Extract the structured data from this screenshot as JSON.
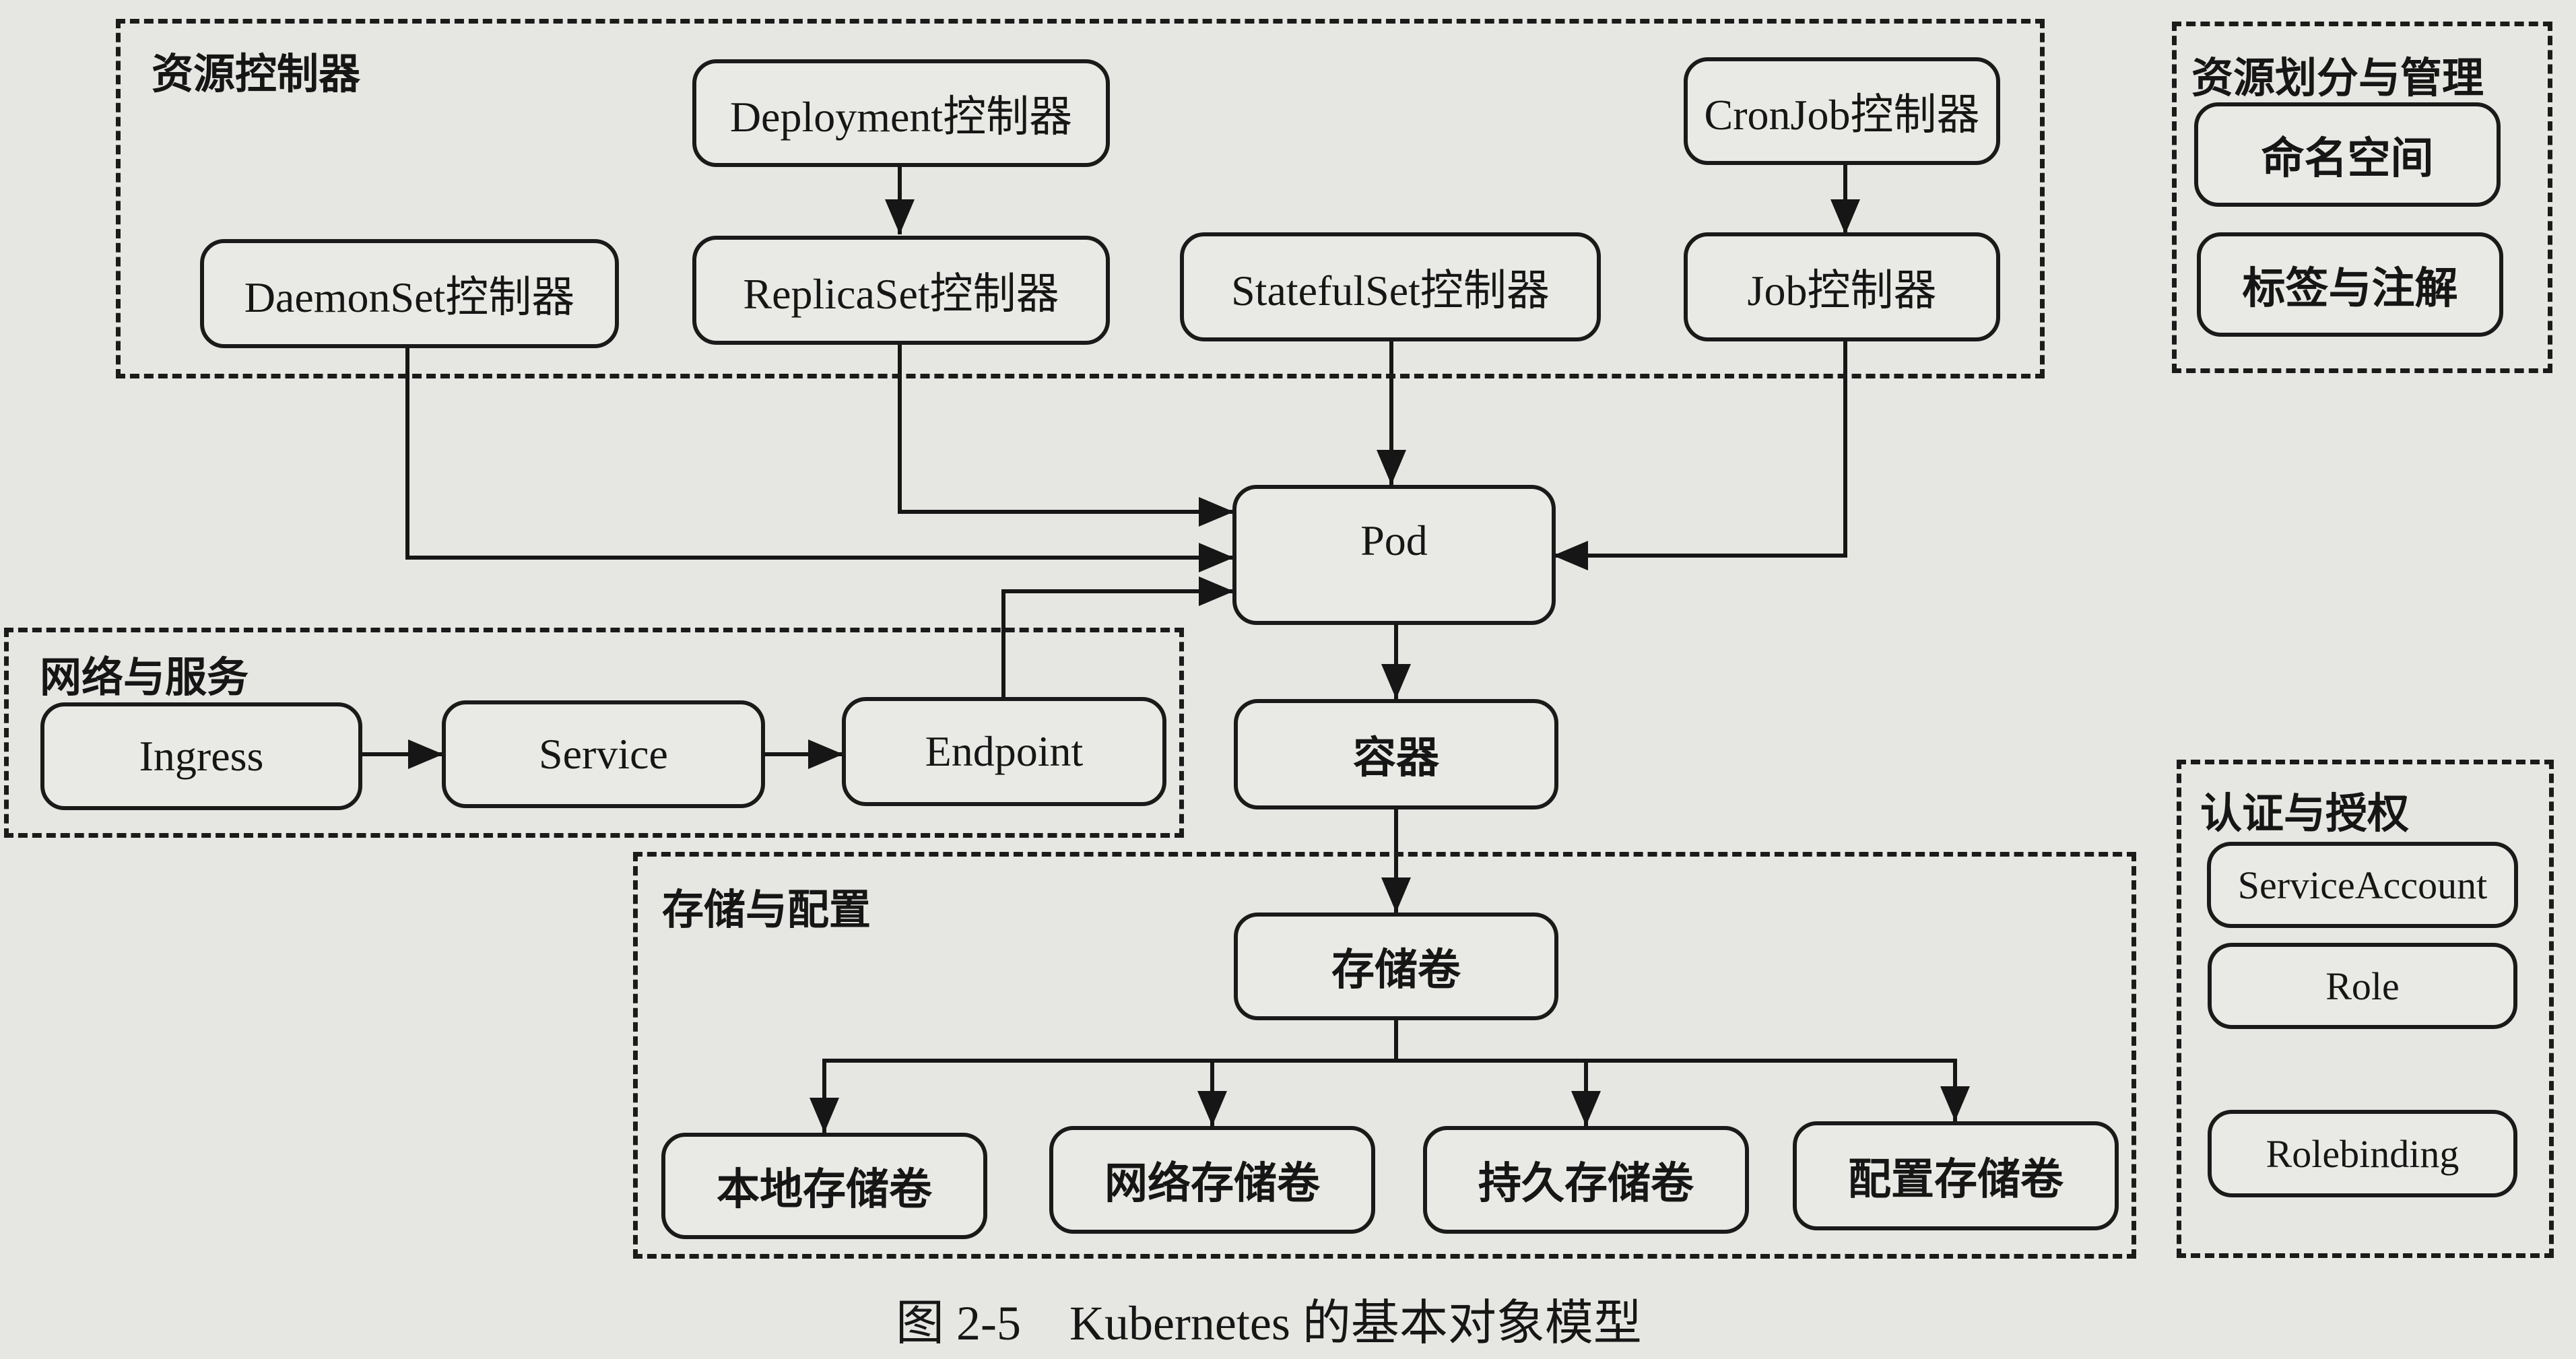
{
  "caption": "图 2-5　Kubernetes 的基本对象模型",
  "groups": {
    "controllers": "资源控制器",
    "network": "网络与服务",
    "storage": "存储与配置",
    "partition": "资源划分与管理",
    "auth": "认证与授权"
  },
  "nodes": {
    "deployment": "Deployment控制器",
    "cronjob": "CronJob控制器",
    "daemonset": "DaemonSet控制器",
    "replicaset": "ReplicaSet控制器",
    "statefulset": "StatefulSet控制器",
    "job": "Job控制器",
    "pod": "Pod",
    "container": "容器",
    "ingress": "Ingress",
    "service": "Service",
    "endpoint": "Endpoint",
    "volume": "存储卷",
    "local_volume": "本地存储卷",
    "network_volume": "网络存储卷",
    "persistent_volume": "持久存储卷",
    "config_volume": "配置存储卷",
    "namespace": "命名空间",
    "labels": "标签与注解",
    "service_account": "ServiceAccount",
    "role": "Role",
    "rolebinding": "Rolebinding"
  },
  "edges": [
    {
      "from": "deployment",
      "to": "replicaset"
    },
    {
      "from": "cronjob",
      "to": "job"
    },
    {
      "from": "statefulset",
      "to": "pod"
    },
    {
      "from": "replicaset",
      "to": "pod"
    },
    {
      "from": "daemonset",
      "to": "pod"
    },
    {
      "from": "job",
      "to": "pod"
    },
    {
      "from": "endpoint",
      "to": "pod"
    },
    {
      "from": "ingress",
      "to": "service"
    },
    {
      "from": "service",
      "to": "endpoint"
    },
    {
      "from": "pod",
      "to": "container"
    },
    {
      "from": "container",
      "to": "volume"
    },
    {
      "from": "volume",
      "to": "local_volume"
    },
    {
      "from": "volume",
      "to": "network_volume"
    },
    {
      "from": "volume",
      "to": "persistent_volume"
    },
    {
      "from": "volume",
      "to": "config_volume"
    }
  ]
}
